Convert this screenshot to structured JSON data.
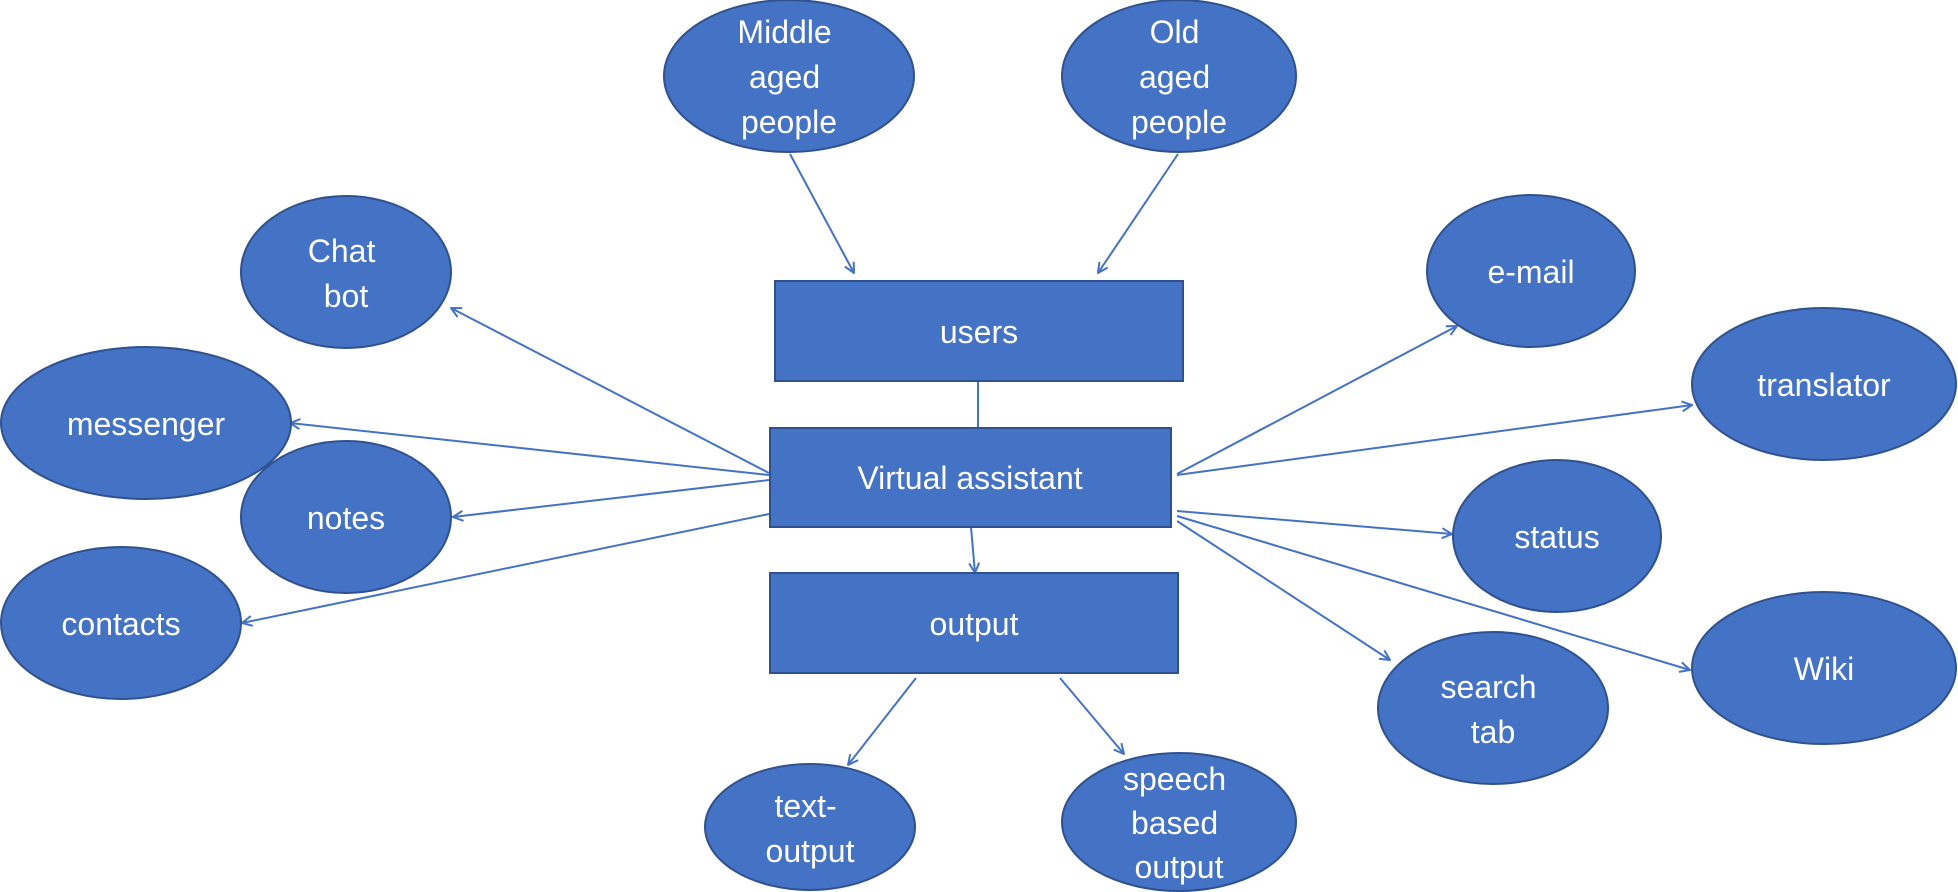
{
  "colors": {
    "node_fill": "#4472C4",
    "node_stroke": "#2F528F",
    "edge": "#4472C4",
    "text": "#ffffff",
    "background": "#ffffff"
  },
  "nodes": {
    "middle_aged": {
      "shape": "ellipse",
      "lines": [
        "Middle",
        "aged",
        "people"
      ]
    },
    "old_aged": {
      "shape": "ellipse",
      "lines": [
        "Old",
        "aged",
        "people"
      ]
    },
    "users": {
      "shape": "rect",
      "lines": [
        "users"
      ]
    },
    "virtual_assistant": {
      "shape": "rect",
      "lines": [
        "Virtual assistant"
      ]
    },
    "output": {
      "shape": "rect",
      "lines": [
        "output"
      ]
    },
    "chat_bot": {
      "shape": "ellipse",
      "lines": [
        "Chat",
        "bot"
      ]
    },
    "messenger": {
      "shape": "ellipse",
      "lines": [
        "messenger"
      ]
    },
    "notes": {
      "shape": "ellipse",
      "lines": [
        "notes"
      ]
    },
    "contacts": {
      "shape": "ellipse",
      "lines": [
        "contacts"
      ]
    },
    "email": {
      "shape": "ellipse",
      "lines": [
        "e-mail"
      ]
    },
    "translator": {
      "shape": "ellipse",
      "lines": [
        "translator"
      ]
    },
    "status": {
      "shape": "ellipse",
      "lines": [
        "status"
      ]
    },
    "search_tab": {
      "shape": "ellipse",
      "lines": [
        "search",
        "tab"
      ]
    },
    "wiki": {
      "shape": "ellipse",
      "lines": [
        "Wiki"
      ]
    },
    "text_output": {
      "shape": "ellipse",
      "lines": [
        "text-",
        "output"
      ]
    },
    "speech_output": {
      "shape": "ellipse",
      "lines": [
        "speech",
        "based",
        "output"
      ]
    }
  },
  "edges": [
    {
      "from": "middle_aged",
      "to": "users",
      "arrow": true
    },
    {
      "from": "old_aged",
      "to": "users",
      "arrow": true
    },
    {
      "from": "users",
      "to": "virtual_assistant",
      "arrow": false
    },
    {
      "from": "virtual_assistant",
      "to": "chat_bot",
      "arrow": true
    },
    {
      "from": "virtual_assistant",
      "to": "messenger",
      "arrow": true
    },
    {
      "from": "virtual_assistant",
      "to": "notes",
      "arrow": true
    },
    {
      "from": "virtual_assistant",
      "to": "contacts",
      "arrow": true
    },
    {
      "from": "virtual_assistant",
      "to": "email",
      "arrow": true
    },
    {
      "from": "virtual_assistant",
      "to": "translator",
      "arrow": true
    },
    {
      "from": "virtual_assistant",
      "to": "status",
      "arrow": true
    },
    {
      "from": "virtual_assistant",
      "to": "search_tab",
      "arrow": true
    },
    {
      "from": "virtual_assistant",
      "to": "wiki",
      "arrow": true
    },
    {
      "from": "virtual_assistant",
      "to": "output",
      "arrow": true
    },
    {
      "from": "output",
      "to": "text_output",
      "arrow": true
    },
    {
      "from": "output",
      "to": "speech_output",
      "arrow": true
    }
  ]
}
